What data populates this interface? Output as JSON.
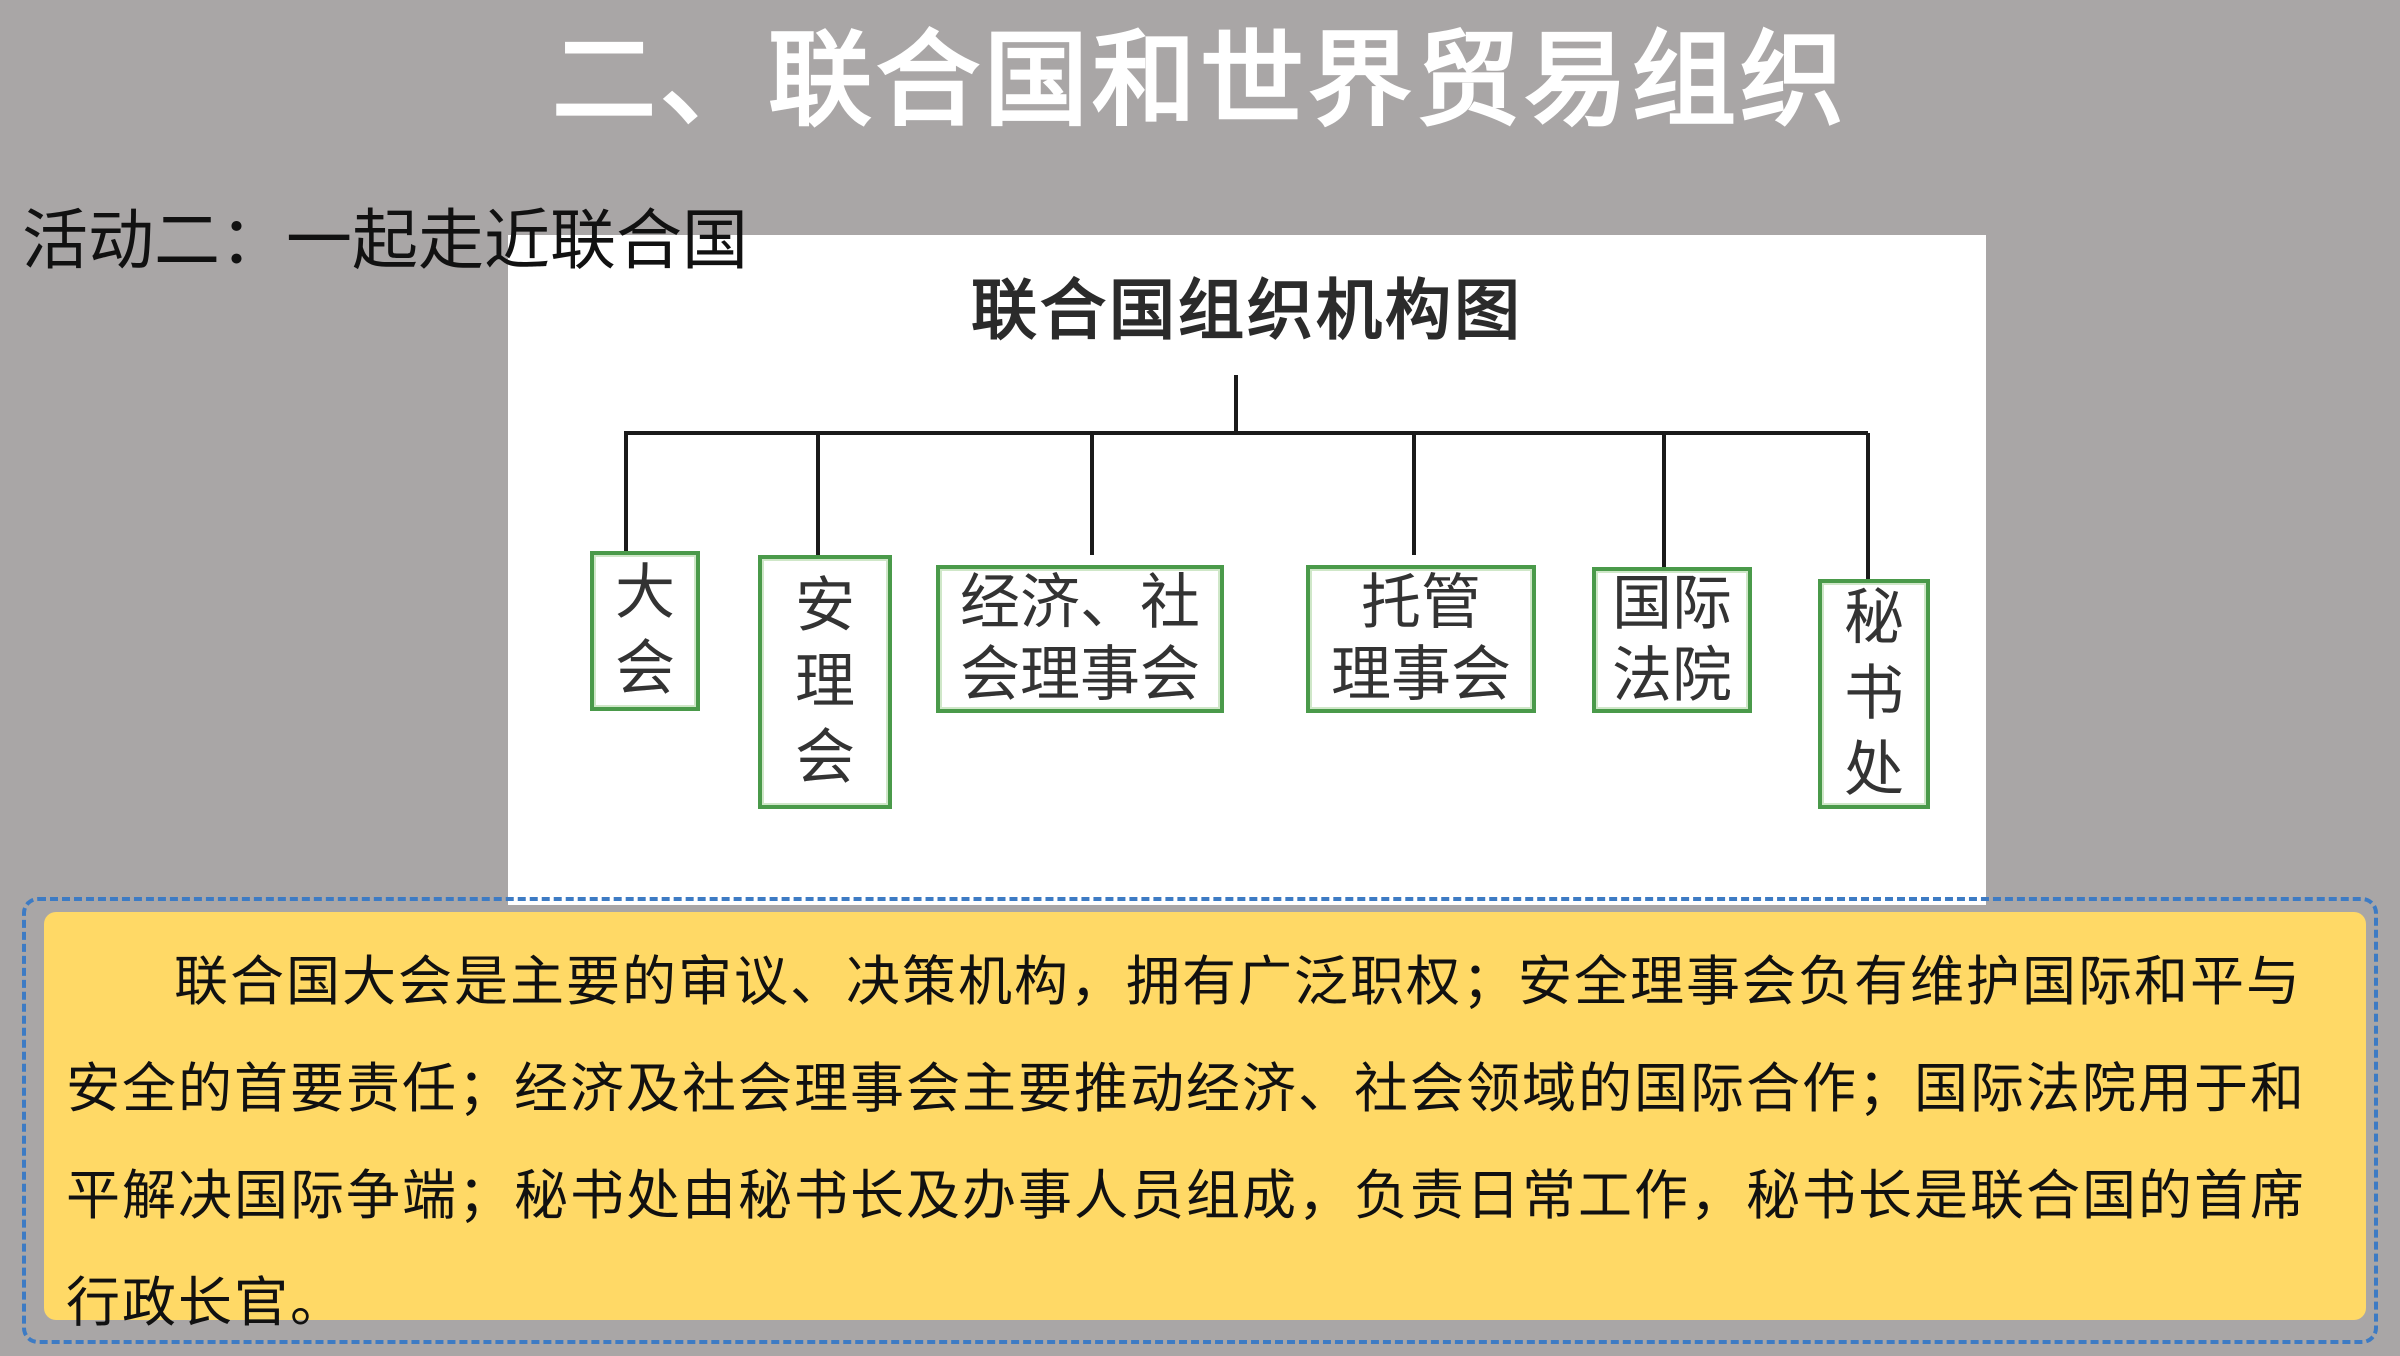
{
  "slide": {
    "title": "二、联合国和世界贸易组织",
    "activity": "活动二：一起走近联合国"
  },
  "org_chart": {
    "title": "联合国组织机构图",
    "organs": [
      {
        "id": "general-assembly",
        "label": "大会"
      },
      {
        "id": "security-council",
        "label": "安理会"
      },
      {
        "id": "ecosoc",
        "label_line1": "经济、社",
        "label_line2": "会理事会"
      },
      {
        "id": "trusteeship-council",
        "label_line1": "托管",
        "label_line2": "理事会"
      },
      {
        "id": "icj",
        "label_line1": "国际",
        "label_line2": "法院"
      },
      {
        "id": "secretariat",
        "label": "秘书处"
      }
    ],
    "colors": {
      "box_border": "#4a9a4a",
      "line": "#1a1a1a"
    }
  },
  "description": {
    "text": "联合国大会是主要的审议、决策机构，拥有广泛职权；安全理事会负有维护国际和平与安全的首要责任；经济及社会理事会主要推动经济、社会领域的国际合作；国际法院用于和平解决国际争端；秘书处由秘书长及办事人员组成，负责日常工作，秘书长是联合国的首席行政长官。"
  },
  "colors": {
    "background": "#a9a6a6",
    "title_text": "#ffffff",
    "note_fill": "#ffd966",
    "note_border": "#3d7bc4"
  }
}
